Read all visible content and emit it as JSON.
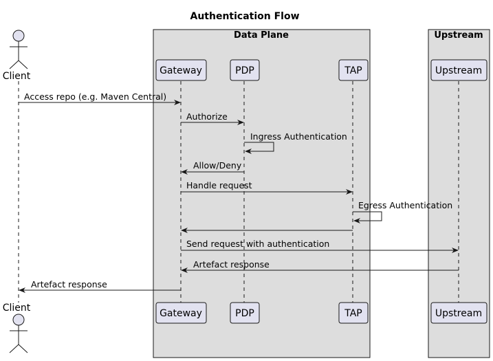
{
  "title": "Authentication Flow",
  "groups": {
    "data_plane": "Data Plane",
    "upstream": "Upstream"
  },
  "participants": {
    "client": "Client",
    "gateway": "Gateway",
    "pdp": "PDP",
    "tap": "TAP",
    "upstream": "Upstream"
  },
  "messages": [
    {
      "from": "client",
      "to": "gateway",
      "label": "Access repo (e.g. Maven Central)"
    },
    {
      "from": "gateway",
      "to": "pdp",
      "label": "Authorize"
    },
    {
      "from": "pdp",
      "to": "pdp",
      "label": "Ingress Authentication"
    },
    {
      "from": "pdp",
      "to": "gateway",
      "label": "Allow/Deny"
    },
    {
      "from": "gateway",
      "to": "tap",
      "label": "Handle request"
    },
    {
      "from": "tap",
      "to": "tap",
      "label": "Egress Authentication"
    },
    {
      "from": "tap",
      "to": "gateway",
      "label": ""
    },
    {
      "from": "gateway",
      "to": "upstream",
      "label": "Send request with authentication"
    },
    {
      "from": "upstream",
      "to": "gateway",
      "label": "Artefact response"
    },
    {
      "from": "gateway",
      "to": "client",
      "label": "Artefact response"
    }
  ],
  "colors": {
    "group_fill": "#dddddd",
    "box_fill": "#e2e2f0",
    "stroke": "#181818"
  }
}
